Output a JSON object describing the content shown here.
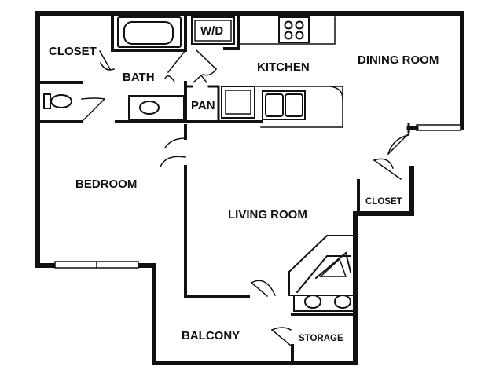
{
  "rooms": {
    "closet_top": "CLOSET",
    "bath": "BATH",
    "kitchen": "KITCHEN",
    "dining": "DINING ROOM",
    "pan": "PAN",
    "bedroom": "BEDROOM",
    "living": "LIVING ROOM",
    "closet_right": "CLOSET",
    "balcony": "BALCONY",
    "storage": "STORAGE"
  },
  "fixtures": {
    "washer_dryer": "W/D"
  },
  "colors": {
    "wall": "#111111",
    "background": "#ffffff"
  }
}
